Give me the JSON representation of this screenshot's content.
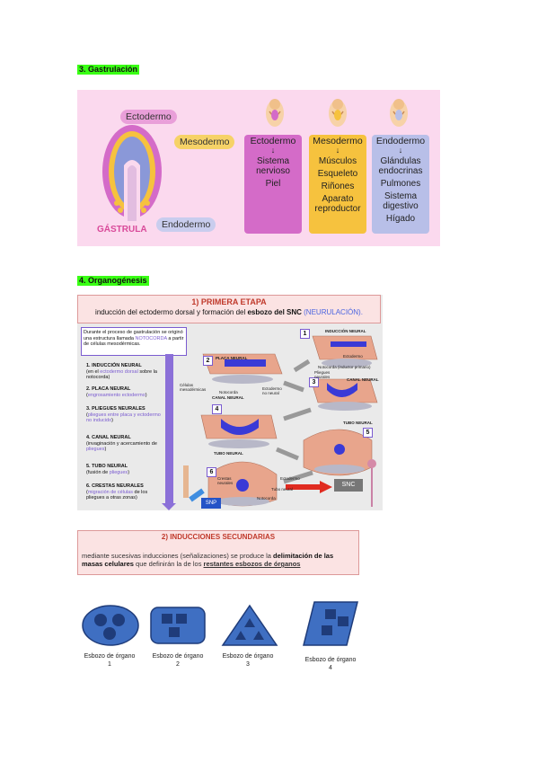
{
  "sections": {
    "gastrulation_title": "3. Gastrulación",
    "organogenesis_title": "4. Organogénesis"
  },
  "gastrula": {
    "ectodermo": "Ectodermo",
    "mesodermo": "Mesodermo",
    "endodermo": "Endodermo",
    "caption": "GÁSTRULA",
    "columns": [
      {
        "head": "Ectodermo",
        "items": [
          "Sistema nervioso",
          "Piel"
        ]
      },
      {
        "head": "Mesodermo",
        "items": [
          "Músculos",
          "Esqueleto",
          "Riñones",
          "Aparato reproductor"
        ]
      },
      {
        "head": "Endodermo",
        "items": [
          "Glándulas endocrinas",
          "Pulmones",
          "Sistema digestivo",
          "Hígado"
        ]
      }
    ],
    "arrow": "↓"
  },
  "organo": {
    "stage_title": "1) PRIMERA ETAPA",
    "stage_sub_pre": "inducción del ectodermo dorsal y formación del ",
    "stage_sub_bold": "esbozo del SNC",
    "stage_sub_blue": " (NEURULACIÓN).",
    "intro_pre": "Durante el proceso de gastrulación se originó una estructura llamada ",
    "intro_accent": "NOTOCORDA",
    "intro_post": " a partir de células mesodérmicas.",
    "steps": [
      {
        "h": "1. INDUCCIÓN NEURAL",
        "a": "(en el ",
        "p": "ectodermo dorsal",
        "b": " sobre la notocorda)"
      },
      {
        "h": "2. PLACA NEURAL",
        "a": "(",
        "p": "engrosamiento ectodermo",
        "b": ")"
      },
      {
        "h": "3. PLIEGUES NEURALES",
        "a": "(",
        "p": "pliegues entre placa y ectodermo no inducido",
        "b": ")"
      },
      {
        "h": "4. CANAL NEURAL",
        "a": "(invaginación y acercamiento de ",
        "p": "pliegues",
        "b": ")"
      },
      {
        "h": "5. TUBO NEURAL",
        "a": "(fusión de ",
        "p": "pliegues",
        "b": ")"
      },
      {
        "h": "6. CRESTAS NEURALES",
        "a": "(",
        "p": "migración de células",
        "b": " de los pliegues a otras zonas)"
      }
    ],
    "labels": {
      "induccion": "INDUCCIÓN NEURAL",
      "ectodermo": "Ectodermo",
      "notocorda_inductor": "Notocorda (inductor primario)",
      "placa": "PLACA NEURAL",
      "celulas": "Células mesodérmicas",
      "notocorda": "Notocorda",
      "ecto_no_neural": "Ectodermo no neural",
      "pliegues": "Pliegues neurales",
      "canal": "CANAL NEURAL",
      "canal2": "CANAL NEURAL",
      "tubo": "TUBO NEURAL",
      "tubo2": "TUBO NEURAL",
      "crestas": "Crestas neurales",
      "ectodermo2": "Ectodermo",
      "tubo_neural": "Tubo neural",
      "notocorda2": "Notocorda"
    },
    "nums": [
      "1",
      "2",
      "3",
      "4",
      "5",
      "6"
    ],
    "snc": "SNC",
    "snp": "SNP"
  },
  "secondary": {
    "title": "2) INDUCCIONES SECUNDARIAS",
    "pre": "mediante sucesivas inducciones (señalizaciones) se produce la ",
    "bold1": "delimitación de las masas celulares",
    "mid": " que definirán la de los ",
    "under": "restantes esbozos de órganos"
  },
  "organs": [
    {
      "caption": "Esbozo de órgano 1"
    },
    {
      "caption": "Esbozo de órgano 2"
    },
    {
      "caption": "Esbozo de órgano 3"
    },
    {
      "caption": "Esbozo de órgano 4"
    }
  ],
  "colors": {
    "green_highlight": "#39ff14",
    "pink_bg": "#fbd9ee",
    "ecto": "#d46bc8",
    "meso": "#f6c23e",
    "endo": "#b8bfe8",
    "organ_blue": "#3f6fc2",
    "organ_dark": "#1f3c7a"
  }
}
